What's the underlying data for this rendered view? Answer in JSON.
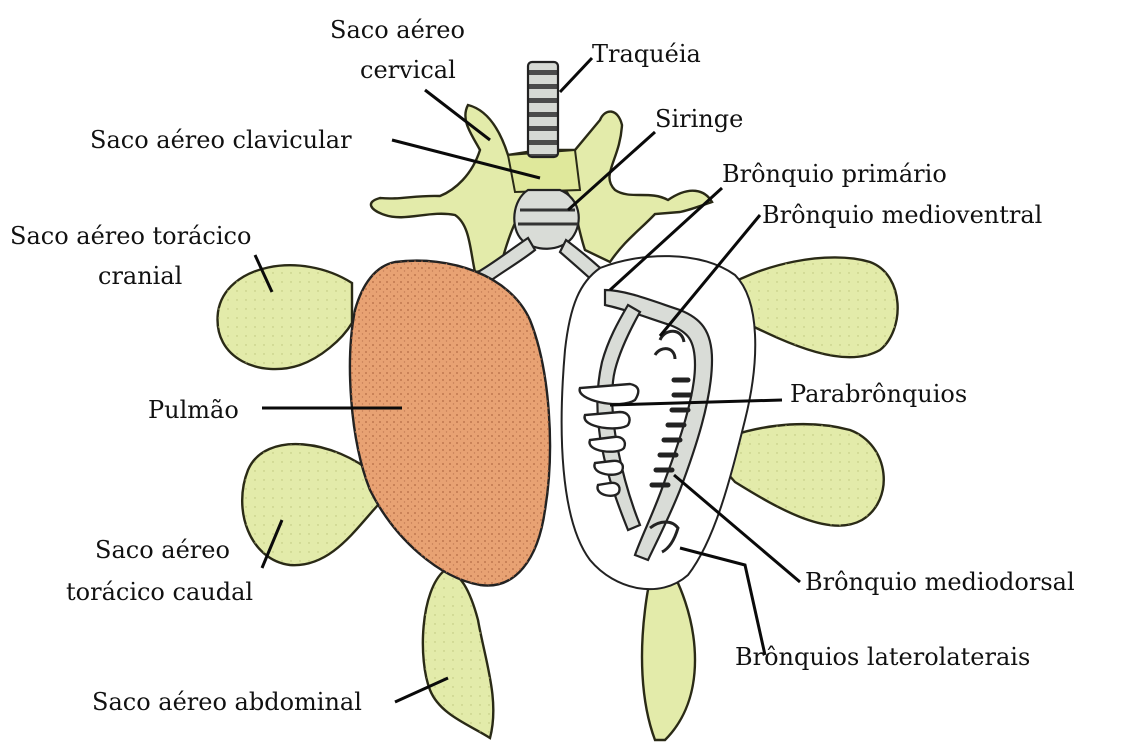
{
  "labels": {
    "traqueia": "Traquéia",
    "saco_cervical_1": "Saco aéreo",
    "saco_cervical_2": "cervical",
    "siringe": "Siringe",
    "saco_clavicular": "Saco aéreo clavicular",
    "bronquio_primario": "Brônquio primário",
    "bronquio_medioventral": "Brônquio medioventral",
    "saco_toracico_cranial_1": "Saco aéreo torácico",
    "saco_toracico_cranial_2": "cranial",
    "pulmao": "Pulmão",
    "parabronquios": "Parabrônquios",
    "saco_toracico_caudal_1": "Saco aéreo",
    "saco_toracico_caudal_2": "torácico caudal",
    "bronquio_mediodorsal": "Brônquio mediodorsal",
    "bronquios_laterolaterais": "Brônquios laterolaterais",
    "saco_abdominal": "Saco aéreo abdominal"
  },
  "colors": {
    "air_sac": "#e3ebaa",
    "lung": "#e8a273",
    "bronchus": "#d9dcd7",
    "line": "#0a0a0a"
  }
}
